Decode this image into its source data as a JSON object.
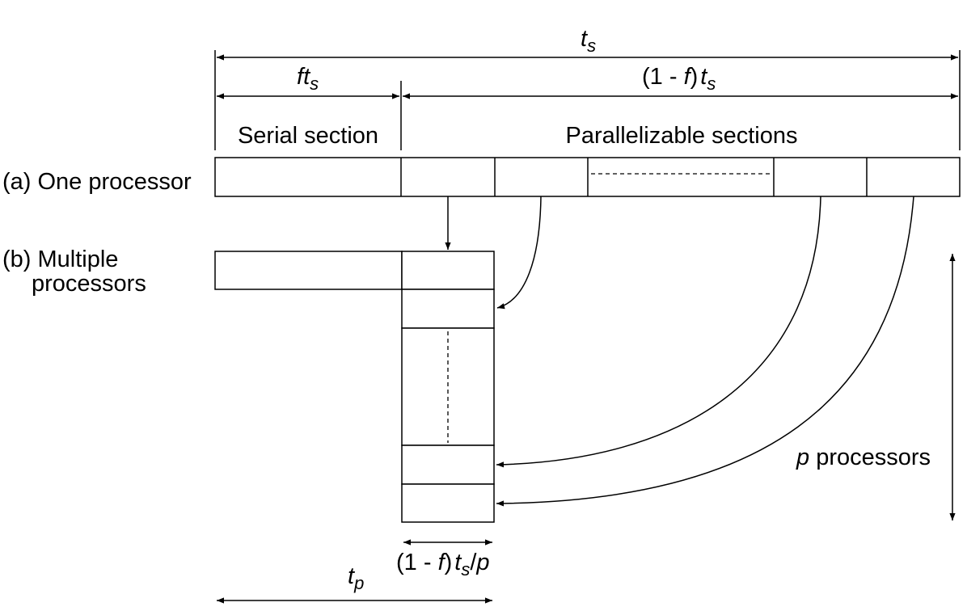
{
  "dimensions": {
    "ts": {
      "t": "t",
      "s": "s"
    },
    "fts": {
      "f": "f",
      "t": "t",
      "s": "s"
    },
    "one_minus_f_ts": {
      "open": "(1 - ",
      "f": "f",
      "close": ")",
      "t": "t",
      "s": "s"
    },
    "tp": {
      "t": "t",
      "p": "p"
    },
    "per_processor": {
      "open": "(1 - ",
      "f": "f",
      "close": ")",
      "t": "t",
      "s": "s",
      "slash": "/",
      "p": "p"
    }
  },
  "section_labels": {
    "serial": "Serial section",
    "parallel": "Parallelizable sections"
  },
  "row_labels": {
    "one_processor": "(a) One processor",
    "multiple_line1": "(b) Multiple",
    "multiple_line2": "processors"
  },
  "processors_label": {
    "p": "p",
    "text": " processors"
  }
}
